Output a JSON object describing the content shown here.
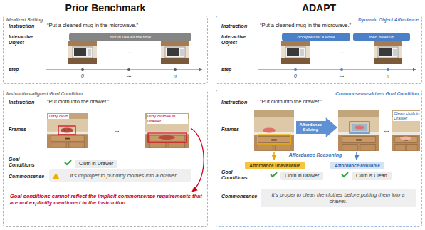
{
  "diagram": {
    "nodes": [
      {
        "text": [
          "Idealized Setting"
        ]
      },
      {
        "text": [
          "Not in use all the time"
        ],
        "in": 0
      },
      {
        "text": [
          "Instruction-aligned Goal Condition"
        ]
      },
      {
        "text": [
          "Cloth in Drawer"
        ],
        "in": 2
      },
      {
        "text": [
          "It's improper to put dirty clothes into a drawer."
        ],
        "in": 2
      },
      {
        "text": [
          "Dynamic Object Affordance"
        ]
      },
      {
        "text": [
          "occupied for a while"
        ],
        "in": 5
      },
      {
        "text": [
          "then freed up"
        ],
        "in": 5
      },
      {
        "text": [
          "Commonsense-driven Goal Condition"
        ]
      },
      {
        "text": [
          "Affordance Solving"
        ],
        "in": 8
      },
      {
        "text": [
          "Affordance unavailable"
        ],
        "in": 8
      },
      {
        "text": [
          "Affordance available"
        ],
        "in": 8
      },
      {
        "text": [
          "Cloth in Drawer"
        ],
        "in": 8
      },
      {
        "text": [
          "Cloth is Clean"
        ],
        "in": 8
      },
      {
        "text": [
          "It's proper to clean the clothes before putting them into a drawer."
        ],
        "in": 8
      }
    ],
    "labels": [
      "Prior Benchmark",
      "ADAPT",
      "Instruction",
      "“Put a cleaned mug in the microwave.”",
      "Interactive Object",
      "...",
      "step",
      "0",
      "...",
      "n",
      "Instruction",
      "“Put a cleaned mug in the microwave.”",
      "Interactive Object",
      "...",
      "step",
      "0",
      "...",
      "n",
      "Instruction",
      "“Put cloth into the drawer.”",
      "Frames",
      "Dirty cloth",
      "...",
      "Dirty clothes in Drawer",
      "Goal Conditions",
      "Commonsense",
      "Goal conditions cannot reflect the implicit commonsense requirements that are not explicitly mentioned in the instruction.",
      "Instruction",
      "“Put cloth into the drawer.”",
      "Frames",
      "...",
      "Clean cloth in Drawer",
      "Affordance Reasoning",
      "Goal Conditions",
      "Commonsense"
    ]
  }
}
